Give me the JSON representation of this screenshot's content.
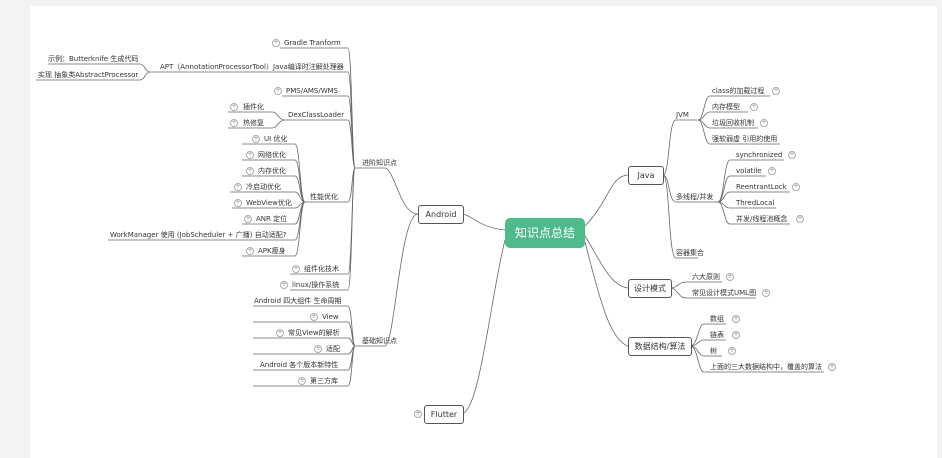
{
  "root": "知识点总结",
  "android": {
    "label": "Android",
    "advanced": "进阶知识点",
    "advanced_items": {
      "gradle": "Gradle Tranform",
      "apt": "APT（AnnotationProcessorTool）Java编译时注解处理器",
      "apt_example1": "示例：Butterknife 生成代码",
      "apt_example2": "实现 抽象类AbstractProcessor",
      "pms": "PMS/AMS/WMS",
      "dex": "DexClassLoader",
      "dex_sub1": "插件化",
      "dex_sub2": "热修复",
      "perf": "性能优化",
      "perf_items": [
        "UI 优化",
        "网络优化",
        "内存优化",
        "冷启动优化",
        "WebView优化",
        "ANR 定位",
        "WorkManager 使用 (JobScheduler + 广播) 自动适配?",
        "APK瘦身"
      ],
      "modular": "组件化技术",
      "linux": "linux/操作系统"
    },
    "basic": "基础知识点",
    "basic_items": [
      "Android 四大组件 生命周期",
      "View",
      "常见View的解析",
      "适配",
      "Android 各个版本新特性",
      "第三方库"
    ]
  },
  "flutter": {
    "label": "Flutter"
  },
  "java": {
    "label": "Java",
    "jvm": "JVM",
    "jvm_items": [
      "class的加载过程",
      "内存模型",
      "垃圾回收机制",
      "强软弱虚 引用的使用"
    ],
    "concurrency": "多线程/并发",
    "concurrency_items": [
      "synchronized",
      "volatile",
      "ReentrantLock",
      "ThredLocal",
      "并发/线程池概念"
    ],
    "collections": "容器集合"
  },
  "patterns": {
    "label": "设计模式",
    "items": [
      "六大原则",
      "常见设计模式UML图"
    ]
  },
  "ds": {
    "label": "数据结构/算法",
    "items": [
      "数组",
      "链表",
      "树",
      "上面的三大数据结构中，覆盖的算法"
    ]
  },
  "colors": {
    "root": "#4dbb8a",
    "line": "#555555"
  }
}
